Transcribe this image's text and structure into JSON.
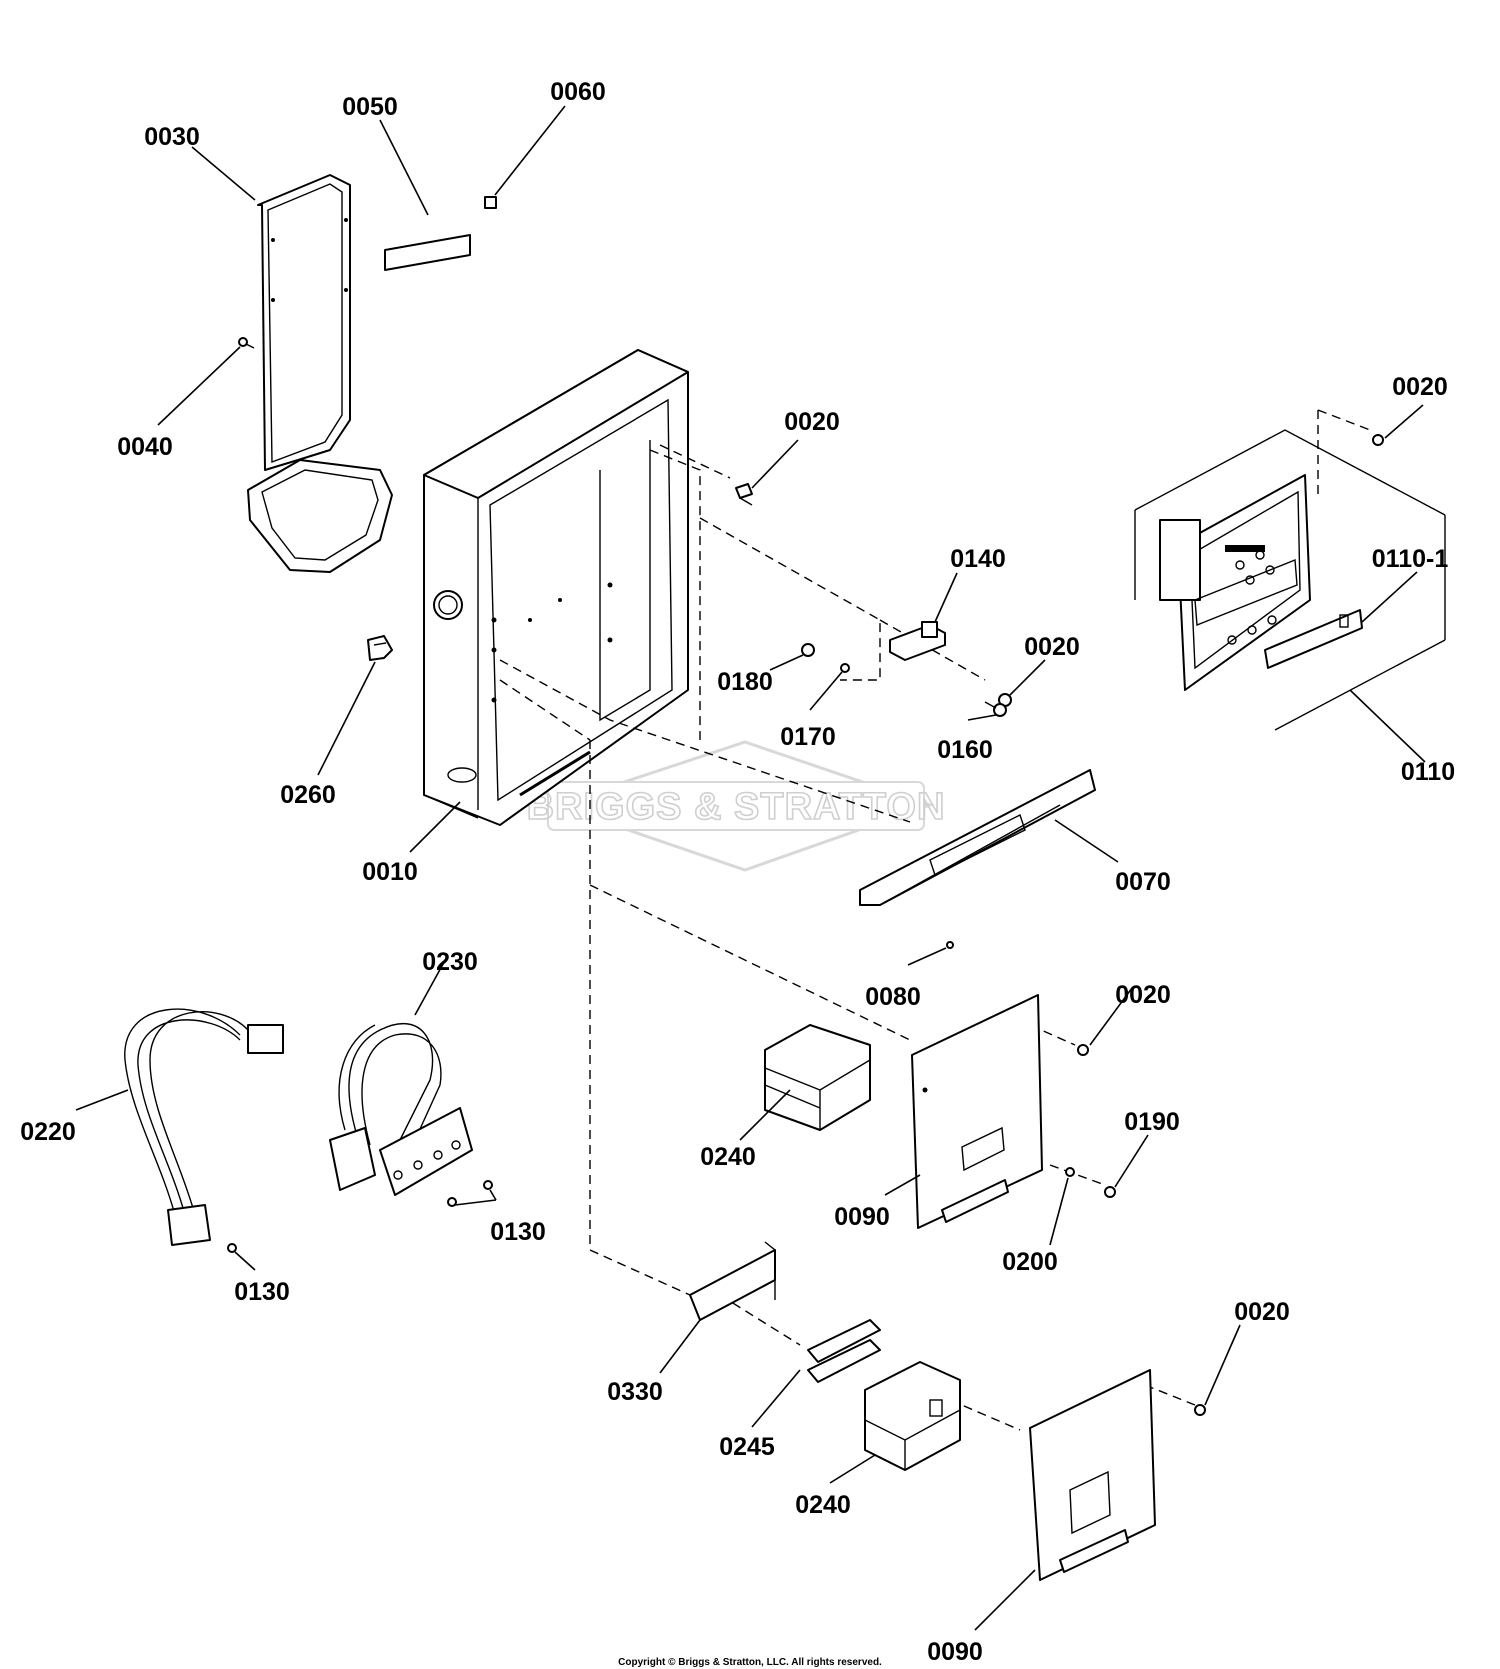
{
  "diagram": {
    "callouts": [
      {
        "id": "c0030",
        "label": "0030"
      },
      {
        "id": "c0050",
        "label": "0050"
      },
      {
        "id": "c0060",
        "label": "0060"
      },
      {
        "id": "c0040",
        "label": "0040"
      },
      {
        "id": "c0020a",
        "label": "0020"
      },
      {
        "id": "c0020b",
        "label": "0020"
      },
      {
        "id": "c0140",
        "label": "0140"
      },
      {
        "id": "c0110-1",
        "label": "0110-1"
      },
      {
        "id": "c0020c",
        "label": "0020"
      },
      {
        "id": "c0180",
        "label": "0180"
      },
      {
        "id": "c0170",
        "label": "0170"
      },
      {
        "id": "c0160",
        "label": "0160"
      },
      {
        "id": "c0110",
        "label": "0110"
      },
      {
        "id": "c0260",
        "label": "0260"
      },
      {
        "id": "c0010",
        "label": "0010"
      },
      {
        "id": "c0070",
        "label": "0070"
      },
      {
        "id": "c0230",
        "label": "0230"
      },
      {
        "id": "c0080",
        "label": "0080"
      },
      {
        "id": "c0020d",
        "label": "0020"
      },
      {
        "id": "c0220",
        "label": "0220"
      },
      {
        "id": "c0240a",
        "label": "0240"
      },
      {
        "id": "c0190",
        "label": "0190"
      },
      {
        "id": "c0090a",
        "label": "0090"
      },
      {
        "id": "c0130a",
        "label": "0130"
      },
      {
        "id": "c0200",
        "label": "0200"
      },
      {
        "id": "c0130b",
        "label": "0130"
      },
      {
        "id": "c0020e",
        "label": "0020"
      },
      {
        "id": "c0330",
        "label": "0330"
      },
      {
        "id": "c0245",
        "label": "0245"
      },
      {
        "id": "c0240b",
        "label": "0240"
      },
      {
        "id": "c0090b",
        "label": "0090"
      }
    ],
    "watermark": "BRIGGS & STRATTON",
    "copyright": "Copyright © Briggs & Stratton, LLC. All rights reserved."
  }
}
